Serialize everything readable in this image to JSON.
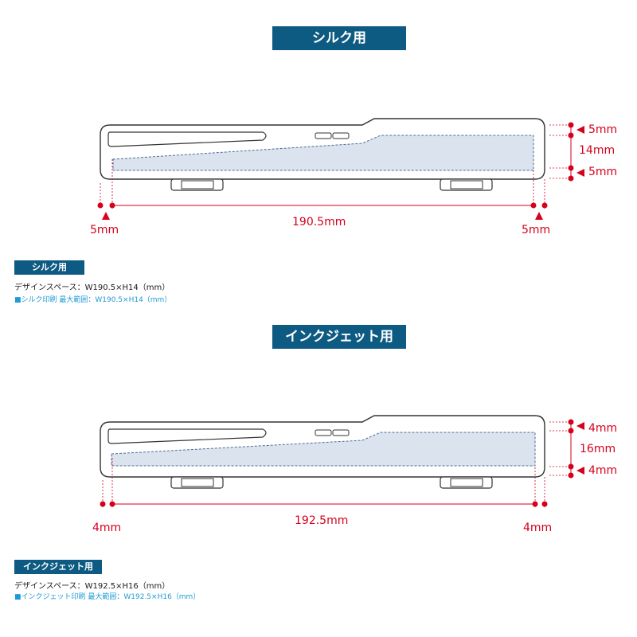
{
  "silk": {
    "title": "シルク用",
    "tag": "シルク用",
    "spec": "デザインスペース：W190.5×H14（mm）",
    "max_range": "■シルク印刷 最大範囲：W190.5×H14（mm）",
    "width_label": "190.5mm",
    "margin_left": "5mm",
    "margin_right": "5mm",
    "margin_top": "5mm",
    "height_label": "14mm",
    "margin_bottom": "5mm"
  },
  "inkjet": {
    "title": "インクジェット用",
    "tag": "インクジェット用",
    "spec": "デザインスペース：W192.5×H16（mm）",
    "max_range": "■インクジェット印刷 最大範囲：W192.5×H16（mm）",
    "width_label": "192.5mm",
    "margin_left": "4mm",
    "margin_right": "4mm",
    "margin_top": "4mm",
    "height_label": "16mm",
    "margin_bottom": "4mm"
  },
  "colors": {
    "accent": "#0d5a82",
    "dimension": "#d6001c",
    "print_area": "#dbe3ef",
    "info_text": "#1e9bd7"
  }
}
